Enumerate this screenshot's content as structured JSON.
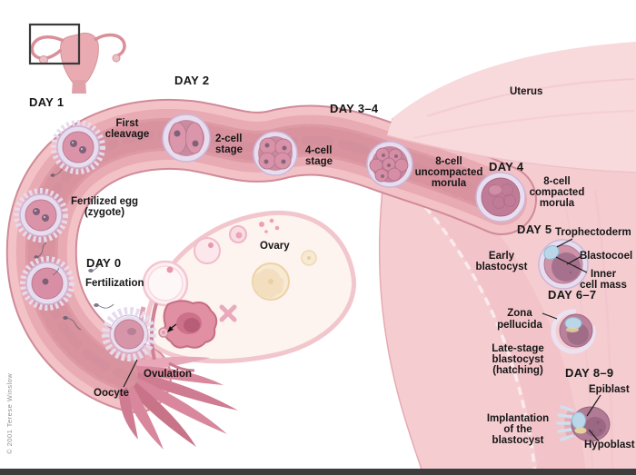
{
  "copyright": "© 2001 Terese Winslow",
  "labels": {
    "day0": "DAY 0",
    "day1": "DAY 1",
    "day2": "DAY 2",
    "day3_4": "DAY 3–4",
    "day4": "DAY 4",
    "day5": "DAY 5",
    "day6_7": "DAY 6–7",
    "day8_9": "DAY 8–9",
    "fertilization": "Fertilization",
    "fertilized_egg": [
      "Fertilized egg",
      "(zygote)"
    ],
    "first_cleavage": [
      "First",
      "cleavage"
    ],
    "two_cell": [
      "2-cell",
      "stage"
    ],
    "four_cell": [
      "4-cell",
      "stage"
    ],
    "eight_cell_uncompacted": [
      "8-cell",
      "uncompacted",
      "morula"
    ],
    "eight_cell_compacted": [
      "8-cell",
      "compacted",
      "morula"
    ],
    "early_blastocyst": [
      "Early",
      "blastocyst"
    ],
    "trophectoderm": "Trophectoderm",
    "blastocoel": "Blastocoel",
    "inner_cell_mass": [
      "Inner",
      "cell mass"
    ],
    "zona_pellucida": [
      "Zona",
      "pellucida"
    ],
    "late_stage_blastocyst": [
      "Late-stage",
      "blastocyst",
      "(hatching)"
    ],
    "implantation": [
      "Implantation",
      "of the",
      "blastocyst"
    ],
    "epiblast": "Epiblast",
    "hypoblast": "Hypoblast",
    "oocyte": "Oocyte",
    "ovulation": "Ovulation",
    "ovary": "Ovary",
    "uterus": "Uterus"
  },
  "colors": {
    "background": "#ffffff",
    "uterus_pink": "#f5cdd1",
    "fundus_pink": "#f8d9dc",
    "tube_outer": "#f3c2c7",
    "tube_mid": "#e9abb3",
    "tube_lumen": "#dd99a4",
    "cell_pink": "#db92a8",
    "zona_lavender": "#e7ddef",
    "blastocyst_mauve": "#a6718d",
    "icm_blue": "#b9d7e8",
    "hypoblast_yellow": "#e2d2a0",
    "fimbriae_pink": "#cf7b92",
    "label_color": "#161616"
  }
}
